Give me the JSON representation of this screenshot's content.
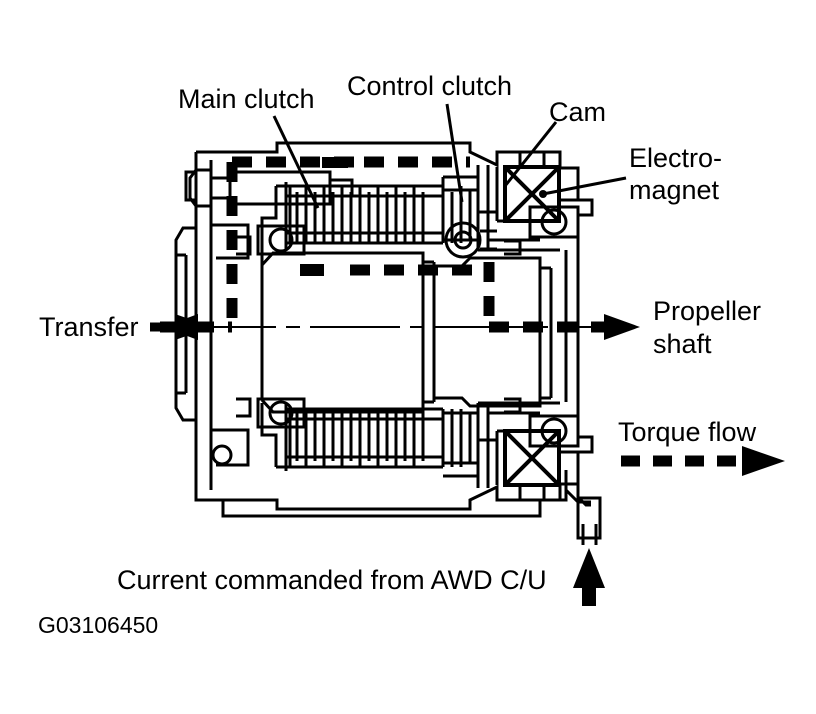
{
  "figure": {
    "id_code": "G03106450",
    "caption_bottom": "Current commanded from AWD C/U",
    "type": "mechanical cross-section diagram"
  },
  "callouts": {
    "main_clutch": "Main clutch",
    "control_clutch": "Control clutch",
    "cam": "Cam",
    "electromagnet_line1": "Electro-",
    "electromagnet_line2": "magnet",
    "transfer": "Transfer",
    "propeller_line1": "Propeller",
    "propeller_line2": "shaft"
  },
  "legend": {
    "torque_flow_label": "Torque flow",
    "torque_flow_style": "dashed arrow"
  },
  "colors": {
    "line": "#000000",
    "background": "#ffffff"
  }
}
